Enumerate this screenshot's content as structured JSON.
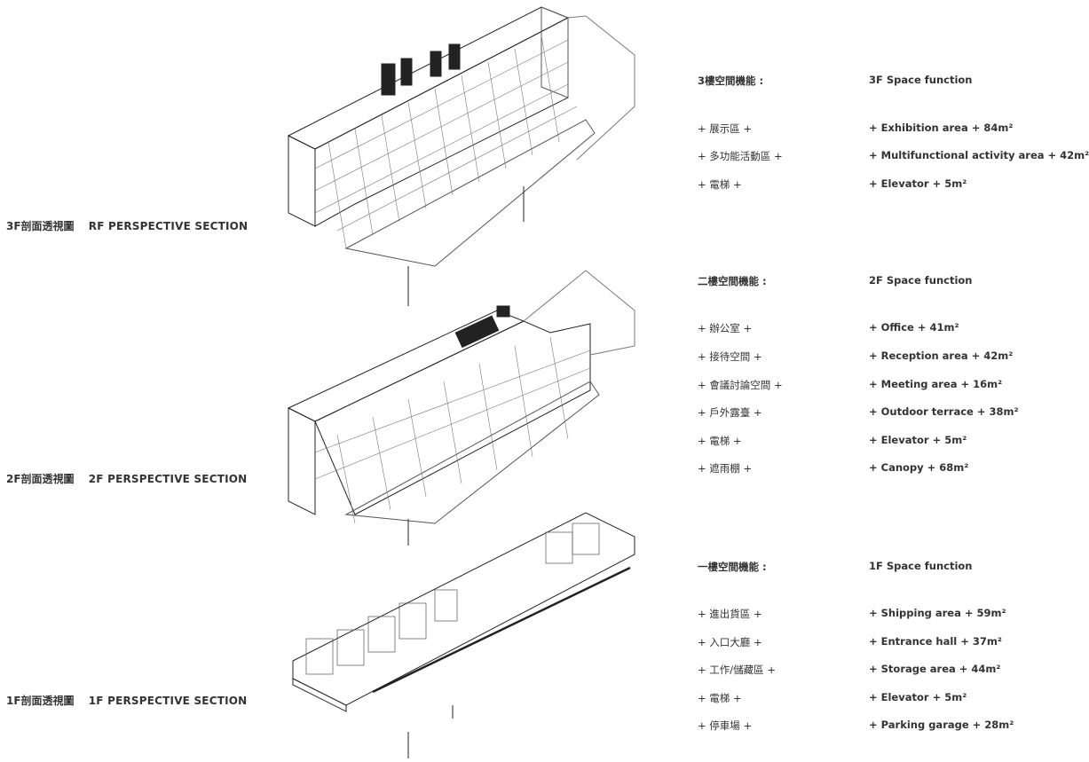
{
  "sections": [
    {
      "label_zh": "3F剖面透視圖",
      "label_en": "RF  PERSPECTIVE  SECTION",
      "heading_zh": "3樓空間機能 :",
      "heading_en": "3F Space function",
      "items": [
        {
          "zh": "+ 展示區 +",
          "en": "+ Exhibition area +   84m²"
        },
        {
          "zh": "+ 多功能活動區 +",
          "en": "+ Multifunctional activity area +   42m²"
        },
        {
          "zh": "+ 電梯 +",
          "en": "+ Elevator +   5m²"
        }
      ]
    },
    {
      "label_zh": "2F剖面透視圖",
      "label_en": "2F  PERSPECTIVE  SECTION",
      "heading_zh": "二樓空間機能 :",
      "heading_en": "2F Space function",
      "items": [
        {
          "zh": "+ 辦公室 +",
          "en": "+ Office +   41m²"
        },
        {
          "zh": "+ 接待空間 +",
          "en": "+ Reception area +   42m²"
        },
        {
          "zh": "+ 會議討論空間 +",
          "en": "+ Meeting area +   16m²"
        },
        {
          "zh": "+ 戶外露臺 +",
          "en": "+ Outdoor terrace +   38m²"
        },
        {
          "zh": "+ 電梯 +",
          "en": "+ Elevator +   5m²"
        },
        {
          "zh": "+ 遮雨棚 +",
          "en": "+ Canopy +   68m²"
        }
      ]
    },
    {
      "label_zh": "1F剖面透視圖",
      "label_en": "1F  PERSPECTIVE  SECTION",
      "heading_zh": "一樓空間機能 :",
      "heading_en": "1F Space function",
      "items": [
        {
          "zh": "+ 進出貨區 +",
          "en": "+ Shipping area +   59m²"
        },
        {
          "zh": "+ 入口大廳 +",
          "en": "+ Entrance hall +   37m²"
        },
        {
          "zh": "+ 工作/儲藏區 +",
          "en": "+ Storage area +   44m²"
        },
        {
          "zh": "+ 電梯 +",
          "en": "+ Elevator +   5m²"
        },
        {
          "zh": "+ 停車場 +",
          "en": "+ Parking garage +   28m²"
        }
      ]
    }
  ]
}
